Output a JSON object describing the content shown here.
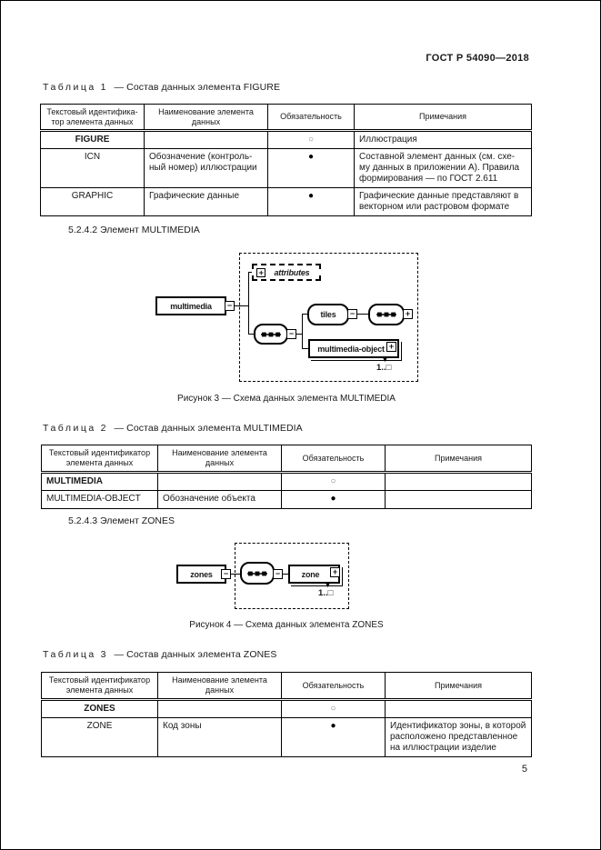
{
  "header": {
    "doc_code": "ГОСТ Р 54090—2018"
  },
  "page_number": "5",
  "sections": [
    {
      "heading": "5.2.4.2  Элемент MULTIMEDIA"
    },
    {
      "heading": "5.2.4.3  Элемент ZONES"
    }
  ],
  "symbols": {
    "minus": "−",
    "plus": "+",
    "optional": "○",
    "required": "●"
  },
  "tables": [
    {
      "caption_word": "Таблица",
      "caption_num": "1",
      "caption_rest": "—  Состав данных элемента FIGURE",
      "headers": [
        "Текстовый идентифика-\nтор элемента данных",
        "Наименование элемента\nданных",
        "Обязательность",
        "Примечания"
      ],
      "rows": [
        {
          "id": "FIGURE",
          "name": "",
          "mandatory": "○",
          "notes": "Иллюстрация"
        },
        {
          "id": "ICN",
          "name": "Обозначение (контроль-\nный номер) иллюстрации",
          "mandatory": "●",
          "notes": "Составной элемент данных (см. схе-\nму данных в приложении А). Правила\nформирования — по ГОСТ 2.611"
        },
        {
          "id": "GRAPHIC",
          "name": "Графические данные",
          "mandatory": "●",
          "notes": "Графические данные представляют в\nвекторном или растровом формате"
        }
      ]
    },
    {
      "caption_word": "Таблица",
      "caption_num": "2",
      "caption_rest": "—  Состав данных элемента MULTIMEDIA",
      "headers": [
        "Текстовый идентификатор\nэлемента данных",
        "Наименование элемента\nданных",
        "Обязательность",
        "Примечания"
      ],
      "rows": [
        {
          "id": "MULTIMEDIA",
          "name": "",
          "mandatory": "○",
          "notes": ""
        },
        {
          "id": "MULTIMEDIA-OBJECT",
          "name": "Обозначение объекта",
          "mandatory": "●",
          "notes": ""
        }
      ]
    },
    {
      "caption_word": "Таблица",
      "caption_num": "3",
      "caption_rest": "—  Состав данных элемента ZONES",
      "headers": [
        "Текстовый идентификатор\nэлемента данных",
        "Наименование элемента\nданных",
        "Обязательность",
        "Примечания"
      ],
      "rows": [
        {
          "id": "ZONES",
          "name": "",
          "mandatory": "○",
          "notes": ""
        },
        {
          "id": "ZONE",
          "name": "Код зоны",
          "mandatory": "●",
          "notes": "Идентификатор зоны, в которой\nрасположено представленное\nна иллюстрации изделие"
        }
      ]
    }
  ],
  "figures": [
    {
      "caption": "Рисунок 3 — Схема данных элемента MULTIMEDIA",
      "root_label": "multimedia",
      "attributes_label": "attributes",
      "group_label": "tiles",
      "object_label": "multimedia-object",
      "occurrence": "1..□"
    },
    {
      "caption": "Рисунок 4 — Схема данных элемента ZONES",
      "root_label": "zones",
      "child_label": "zone",
      "occurrence": "1..□"
    }
  ]
}
